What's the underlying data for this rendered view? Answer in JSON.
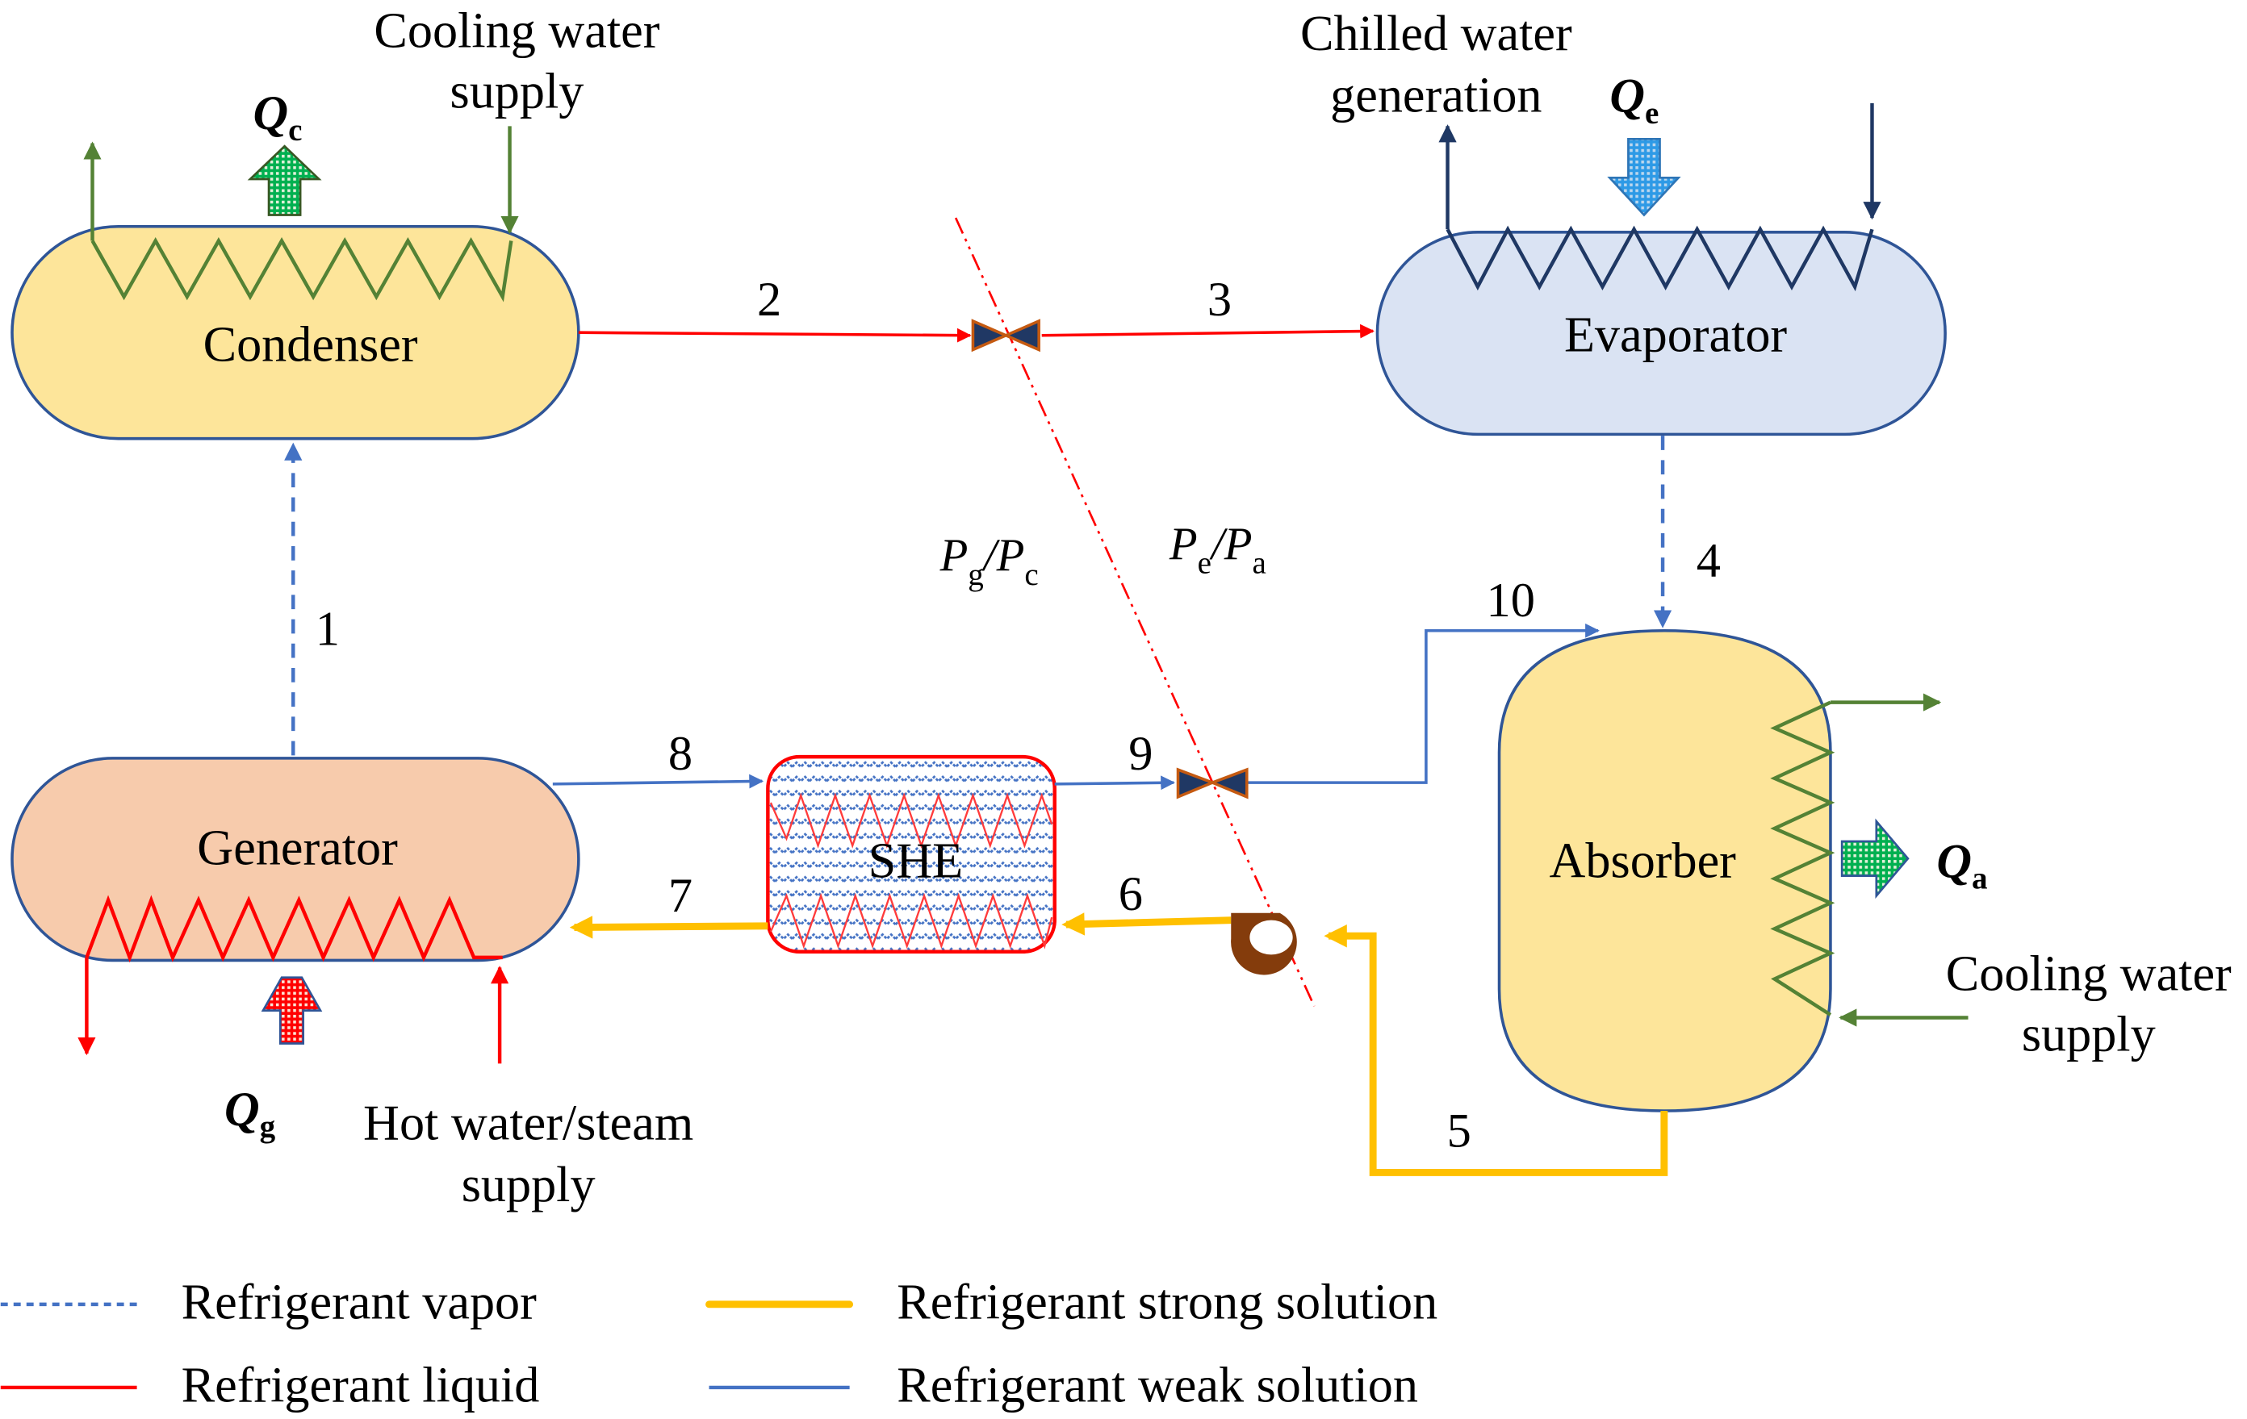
{
  "title": "Single-effect absorption refrigeration cycle schematic",
  "components": {
    "condenser": {
      "label": "Condenser",
      "fill": "#fde59a"
    },
    "evaporator": {
      "label": "Evaporator",
      "fill": "#dae3f3"
    },
    "generator": {
      "label": "Generator",
      "fill": "#f7cbac"
    },
    "absorber": {
      "label": "Absorber",
      "fill": "#fde59a"
    },
    "she": {
      "label": "SHE"
    }
  },
  "annotations": {
    "condenser_cooling_line1": "Cooling water",
    "condenser_cooling_line2": "supply",
    "chilled_line1": "Chilled water",
    "chilled_line2": "generation",
    "hot_line1": "Hot water/steam",
    "hot_line2": "supply",
    "absorber_cooling_line1": "Cooling water",
    "absorber_cooling_line2": "supply"
  },
  "heat": {
    "qc": {
      "symbol": "Q",
      "sub": "c"
    },
    "qe": {
      "symbol": "Q",
      "sub": "e"
    },
    "qg": {
      "symbol": "Q",
      "sub": "g"
    },
    "qa": {
      "symbol": "Q",
      "sub": "a"
    }
  },
  "pressure": {
    "left": {
      "p1": "P",
      "s1": "g",
      "slash": "/",
      "p2": "P",
      "s2": "c"
    },
    "right": {
      "p1": "P",
      "s1": "e",
      "slash": "/",
      "p2": "P",
      "s2": "a"
    }
  },
  "state_points": [
    "1",
    "2",
    "3",
    "4",
    "5",
    "6",
    "7",
    "8",
    "9",
    "10"
  ],
  "legend": [
    {
      "label": "Refrigerant vapor",
      "style": "dashed",
      "color": "#4472c4"
    },
    {
      "label": "Refrigerant liquid",
      "style": "solid",
      "color": "#ff0000"
    },
    {
      "label": "Refrigerant strong solution",
      "style": "thick",
      "color": "#ffc000"
    },
    {
      "label": "Refrigerant weak solution",
      "style": "solid",
      "color": "#4472c4"
    }
  ],
  "colors": {
    "vapor": "#4472c4",
    "liquid": "#ff0000",
    "strong": "#ffc000",
    "weak": "#4472c4",
    "cooling": "#548235",
    "chilled": "#1f3864",
    "vessel_border": "#2f5597",
    "pump": "#843c0c",
    "valve_fill": "#203864",
    "valve_border": "#c55a11"
  }
}
